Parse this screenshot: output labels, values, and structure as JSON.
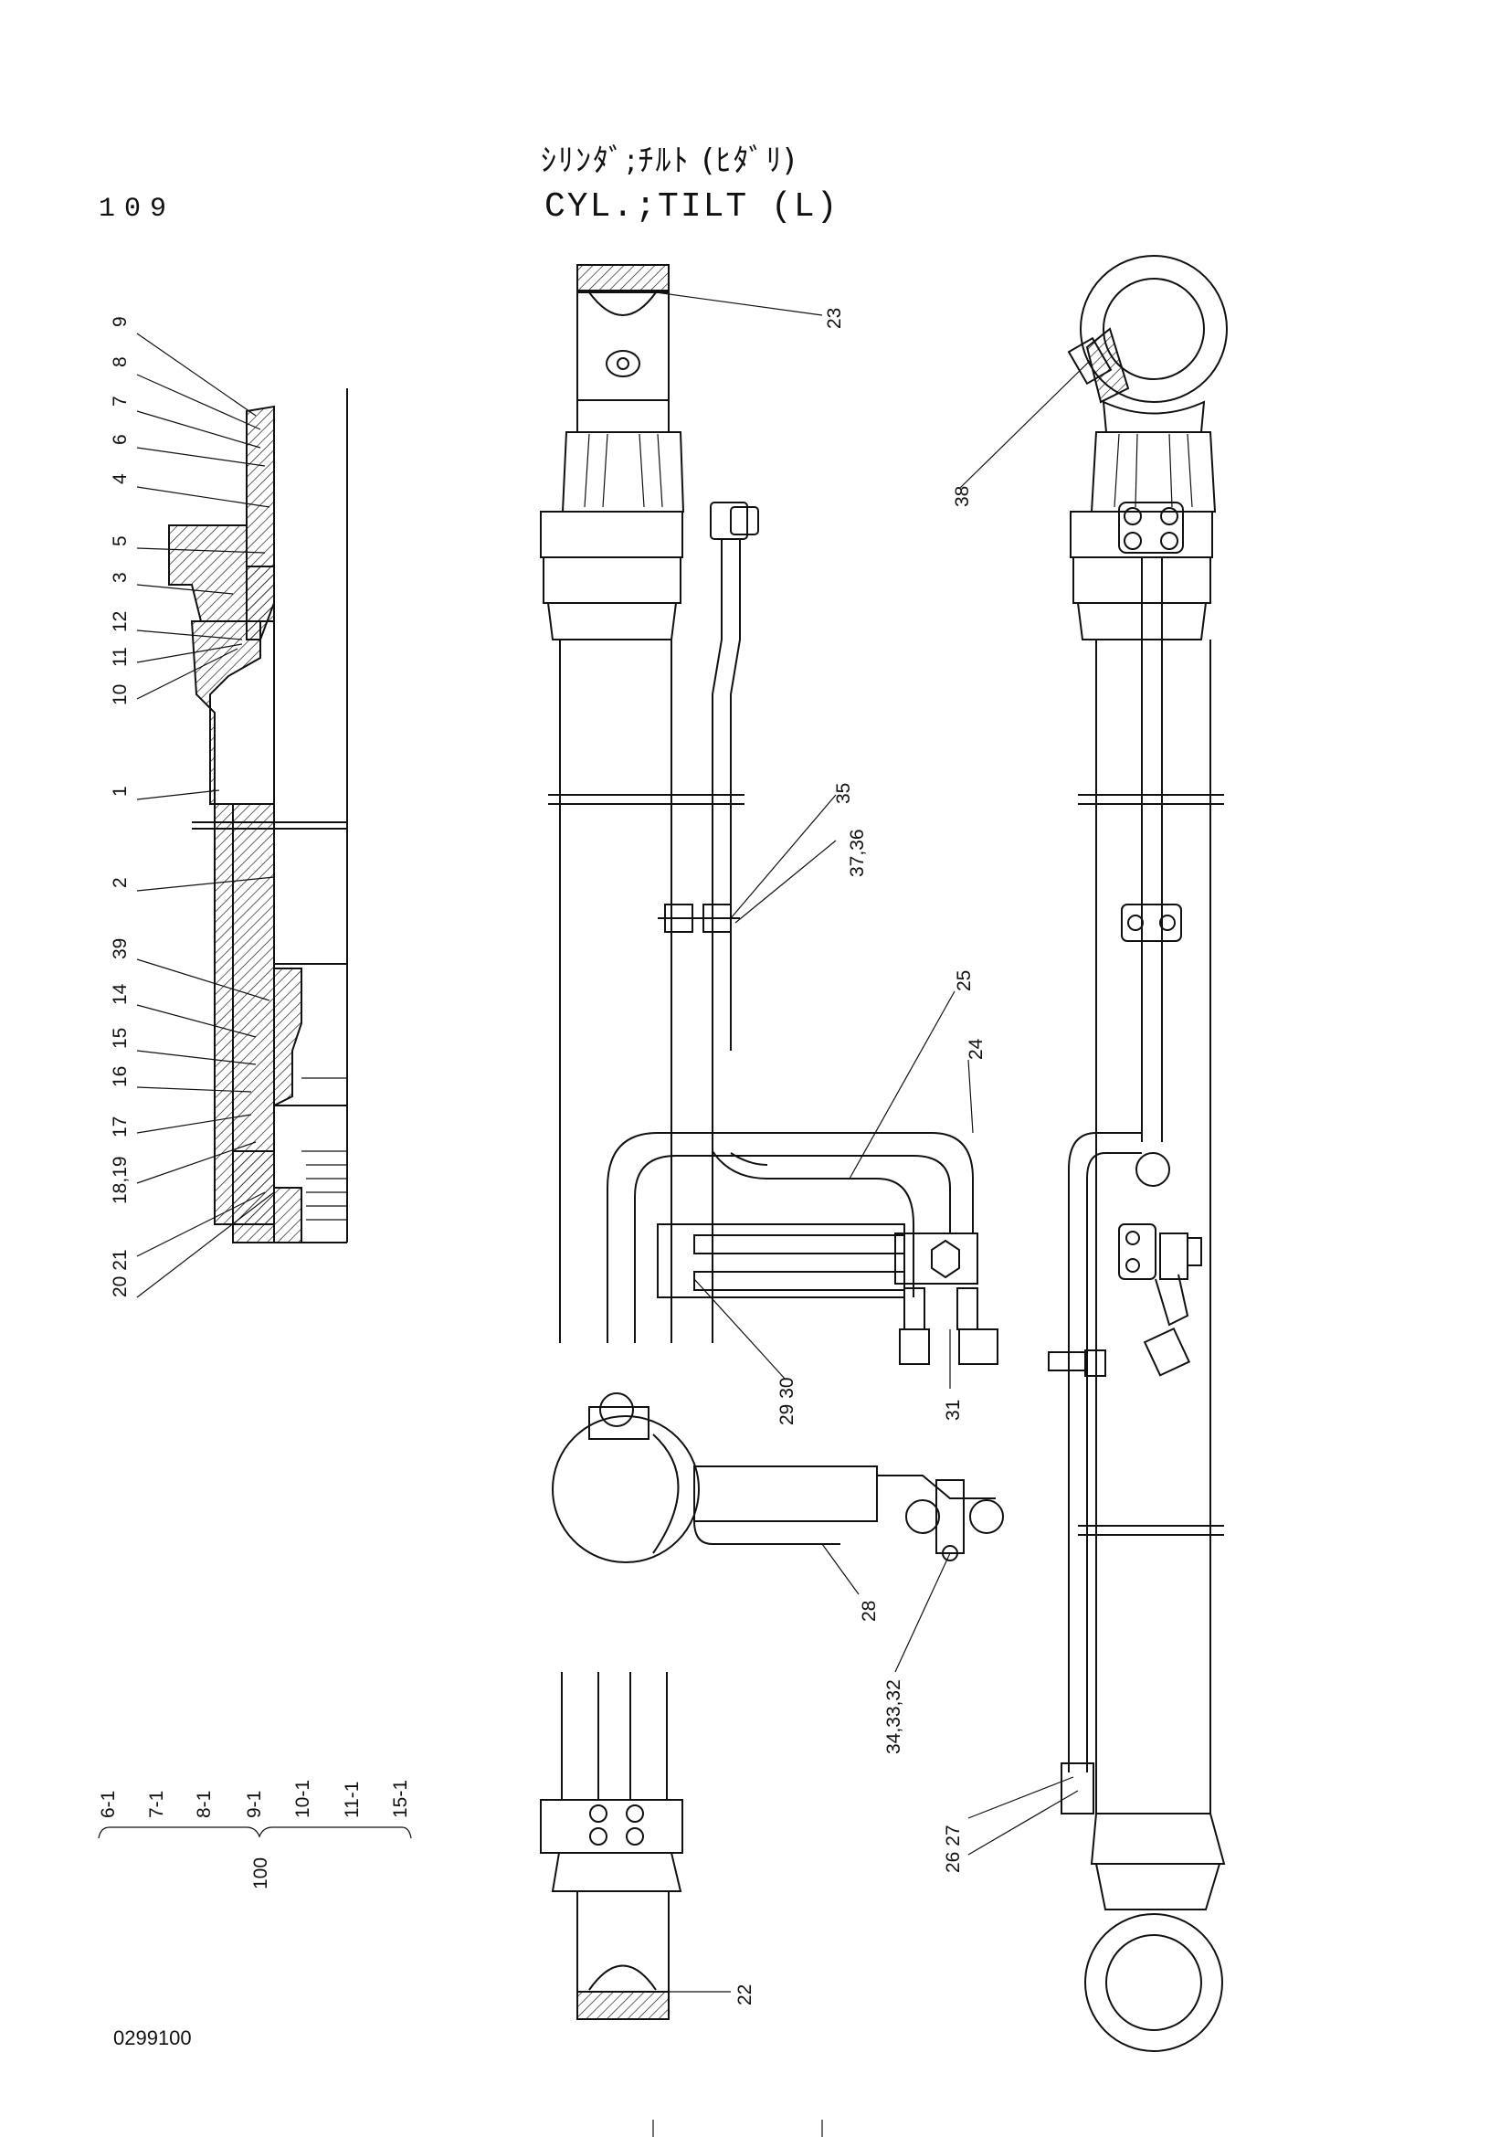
{
  "header": {
    "page_number": "109",
    "title_jp": "ｼﾘﾝﾀﾞ;ﾁﾙﾄ (ﾋﾀﾞﾘ)",
    "title_en": "CYL.;TILT (L)"
  },
  "footer": {
    "drawing_number": "0299100"
  },
  "section_view_labels": [
    "9",
    "8",
    "7",
    "6",
    "4",
    "5",
    "3",
    "12",
    "11",
    "10",
    "1",
    "2",
    "39",
    "14",
    "15",
    "16",
    "17",
    "18,19",
    "20 21"
  ],
  "main_view_labels": [
    "23",
    "35",
    "37,36",
    "25",
    "24",
    "29\n30",
    "31",
    "28",
    "34,33,32",
    "22"
  ],
  "side_view_labels": [
    "38",
    "26 27"
  ],
  "kit_list": {
    "items": [
      "6-1",
      "7-1",
      "8-1",
      "9-1",
      "10-1",
      "11-1",
      "15-1"
    ],
    "kit_number": "100"
  }
}
